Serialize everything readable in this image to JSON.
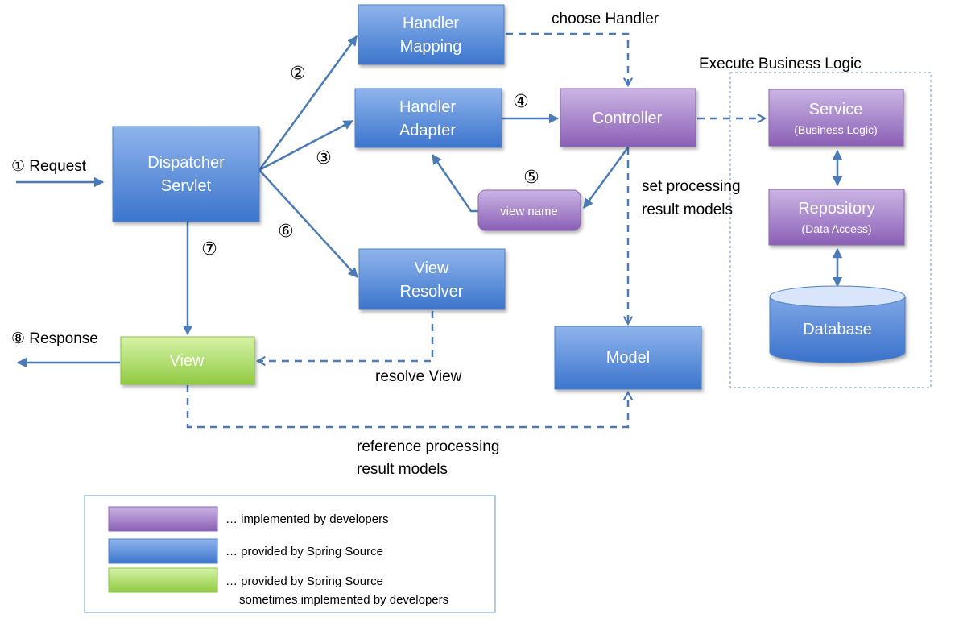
{
  "colors": {
    "arrow": "#4a7ab8",
    "blue_top": "#8fb4ec",
    "blue_bottom": "#3c75cd",
    "purple_top": "#c9b2e2",
    "purple_bottom": "#8d62b8",
    "green_top": "#d3f0a2",
    "green_bottom": "#92cc47",
    "db_top": "#d9e6fa",
    "db_bottom": "#3c75cd",
    "box_text": "#ffffff",
    "label_text": "#000000"
  },
  "nodes": {
    "dispatcher": {
      "line1": "Dispatcher",
      "line2": "Servlet"
    },
    "handler_mapping": {
      "line1": "Handler",
      "line2": "Mapping"
    },
    "handler_adapter": {
      "line1": "Handler",
      "line2": "Adapter"
    },
    "controller": {
      "label": "Controller"
    },
    "view_name": {
      "label": "view name"
    },
    "view_resolver": {
      "line1": "View",
      "line2": "Resolver"
    },
    "view": {
      "label": "View"
    },
    "model": {
      "label": "Model"
    },
    "service": {
      "line1": "Service",
      "line2": "(Business Logic)"
    },
    "repository": {
      "line1": "Repository",
      "line2": "(Data Access)"
    },
    "database": {
      "label": "Database"
    }
  },
  "labels": {
    "request": "① Request",
    "response": "⑧ Response",
    "step2": "②",
    "step3": "③",
    "step4": "④",
    "step5": "⑤",
    "step6": "⑥",
    "step7": "⑦",
    "choose_handler": "choose Handler",
    "execute_business_logic": "Execute Business Logic",
    "set_processing_1": "set processing",
    "set_processing_2": "result models",
    "resolve_view": "resolve View",
    "reference_1": "reference processing",
    "reference_2": "result models"
  },
  "legend": {
    "items": [
      {
        "color": "purple",
        "text": "… implemented by developers"
      },
      {
        "color": "blue",
        "text": "… provided by Spring Source"
      },
      {
        "color": "green",
        "text_line1": "… provided by Spring Source",
        "text_line2": "sometimes implemented by developers"
      }
    ]
  }
}
